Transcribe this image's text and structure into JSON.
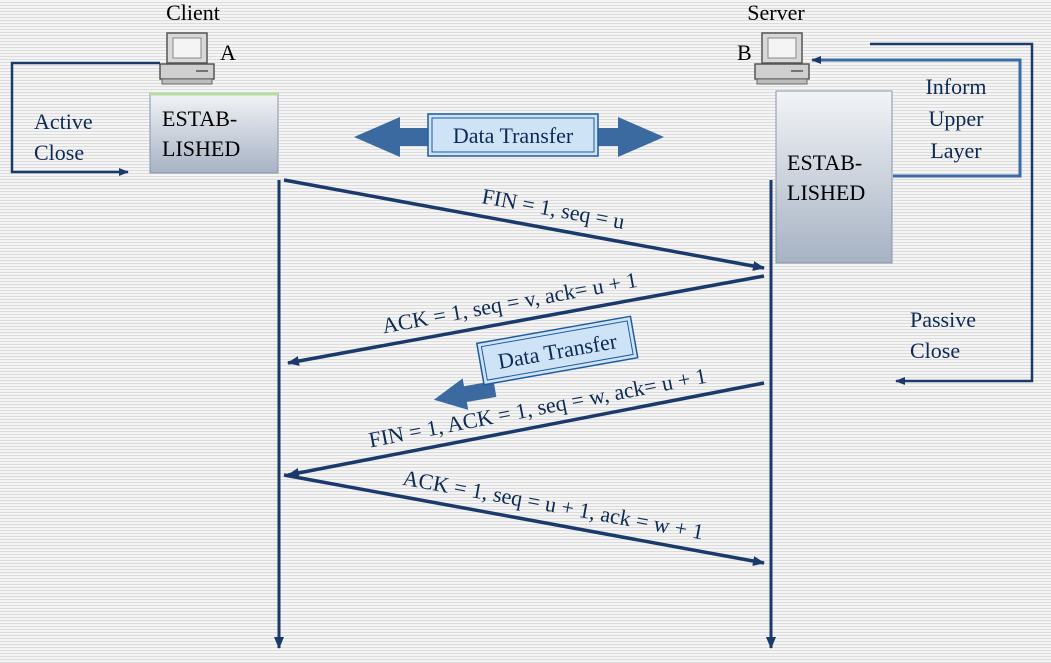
{
  "client": {
    "label": "Client",
    "host_letter": "A",
    "state": [
      "ESTAB-",
      "LISHED"
    ],
    "note": [
      "Active",
      "Close"
    ]
  },
  "server": {
    "label": "Server",
    "host_letter": "B",
    "state": [
      "ESTAB-",
      "LISHED"
    ],
    "inform": [
      "Inform",
      "Upper",
      "Layer"
    ],
    "note": [
      "Passive",
      "Close"
    ]
  },
  "data_transfer_label": "Data Transfer",
  "messages": [
    {
      "direction": "client-to-server",
      "text": "FIN = 1, seq = u"
    },
    {
      "direction": "server-to-client",
      "text": "ACK = 1, seq = v, ack= u + 1"
    },
    {
      "direction": "server-to-client",
      "text": "FIN = 1, ACK = 1, seq = w, ack= u + 1"
    },
    {
      "direction": "client-to-server",
      "text": "ACK = 1, seq = u + 1, ack = w + 1"
    }
  ],
  "colors": {
    "arrow": "#1a3a6c",
    "box_border": "#1e5aa0",
    "box_fill": "#cfe3f7",
    "label_arrow": "#3a73b0"
  }
}
